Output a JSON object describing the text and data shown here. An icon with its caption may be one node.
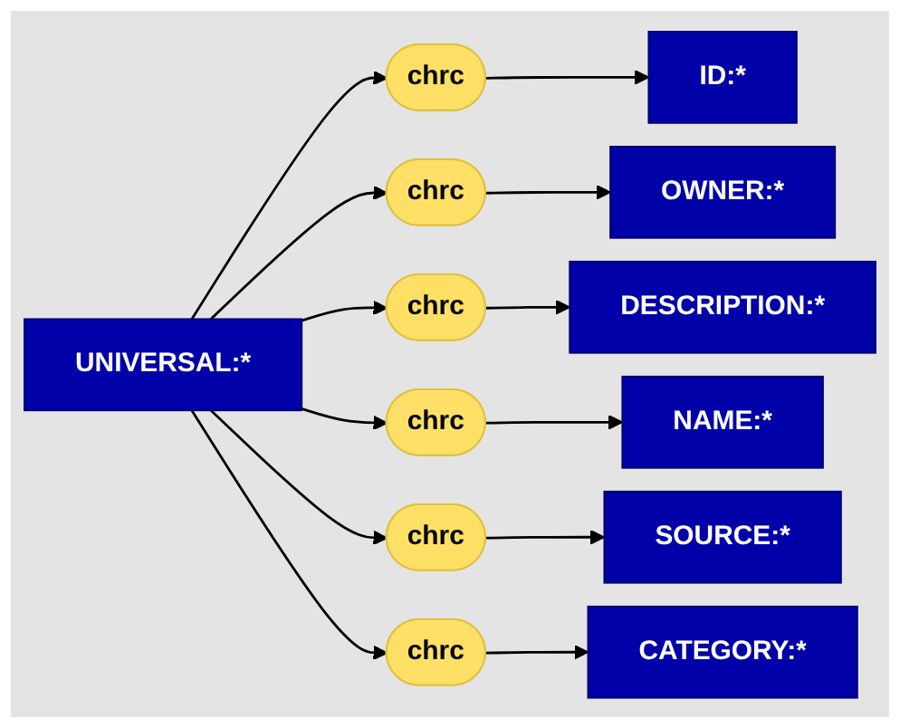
{
  "diagram": {
    "nodes": [
      {
        "text": [
          "UNIVERSAL:*"
        ]
      },
      {
        "text": [
          "chrc"
        ]
      },
      {
        "text": [
          "ID:*"
        ]
      },
      {
        "text": [
          "chrc"
        ]
      },
      {
        "text": [
          "OWNER:*"
        ]
      },
      {
        "text": [
          "chrc"
        ]
      },
      {
        "text": [
          "DESCRIPTION:*"
        ]
      },
      {
        "text": [
          "chrc"
        ]
      },
      {
        "text": [
          "NAME:*"
        ]
      },
      {
        "text": [
          "chrc"
        ]
      },
      {
        "text": [
          "SOURCE:*"
        ]
      },
      {
        "text": [
          "chrc"
        ]
      },
      {
        "text": [
          "CATEGORY:*"
        ]
      }
    ],
    "edges": [
      {
        "from": 0,
        "to": 1,
        "arrow": "to"
      },
      {
        "from": 0,
        "to": 3,
        "arrow": "to"
      },
      {
        "from": 0,
        "to": 5,
        "arrow": "to"
      },
      {
        "from": 0,
        "to": 7,
        "arrow": "to"
      },
      {
        "from": 0,
        "to": 9,
        "arrow": "to"
      },
      {
        "from": 0,
        "to": 11,
        "arrow": "to"
      },
      {
        "from": 1,
        "to": 2,
        "arrow": "to"
      },
      {
        "from": 3,
        "to": 4,
        "arrow": "to"
      },
      {
        "from": 5,
        "to": 6,
        "arrow": "to"
      },
      {
        "from": 7,
        "to": 8,
        "arrow": "to"
      },
      {
        "from": 9,
        "to": 10,
        "arrow": "to"
      },
      {
        "from": 11,
        "to": 12,
        "arrow": "to"
      }
    ]
  }
}
